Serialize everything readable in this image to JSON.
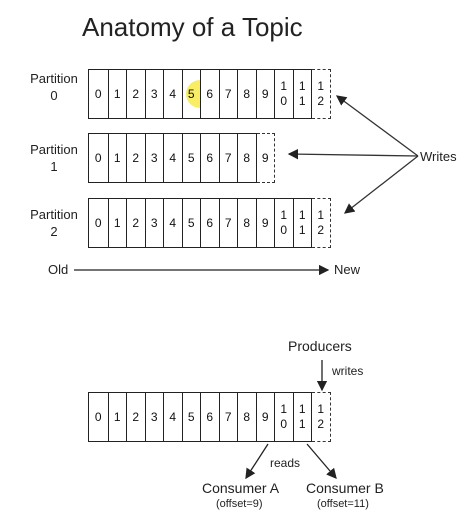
{
  "title": "Anatomy of a Topic",
  "partitions": [
    {
      "label_line1": "Partition",
      "label_line2": "0",
      "cells": [
        "0",
        "1",
        "2",
        "3",
        "4",
        "5",
        "6",
        "7",
        "8",
        "9",
        "1\n0",
        "1\n1"
      ],
      "dashed_cell": "1\n2"
    },
    {
      "label_line1": "Partition",
      "label_line2": "1",
      "cells": [
        "0",
        "1",
        "2",
        "3",
        "4",
        "5",
        "6",
        "7",
        "8"
      ],
      "dashed_cell": "9"
    },
    {
      "label_line1": "Partition",
      "label_line2": "2",
      "cells": [
        "0",
        "1",
        "2",
        "3",
        "4",
        "5",
        "6",
        "7",
        "8",
        "9",
        "1\n0",
        "1\n1"
      ],
      "dashed_cell": "1\n2"
    }
  ],
  "writes_label": "Writes",
  "old_label": "Old",
  "new_label": "New",
  "producers_label": "Producers",
  "producer_writes_label": "writes",
  "bottom_log": {
    "cells": [
      "0",
      "1",
      "2",
      "3",
      "4",
      "5",
      "6",
      "7",
      "8",
      "9",
      "1\n0",
      "1\n1"
    ],
    "dashed_cell": "1\n2"
  },
  "reads_label": "reads",
  "consumer_a": {
    "name": "Consumer A",
    "offset": "(offset=9)"
  },
  "consumer_b": {
    "name": "Consumer B",
    "offset": "(offset=11)"
  }
}
